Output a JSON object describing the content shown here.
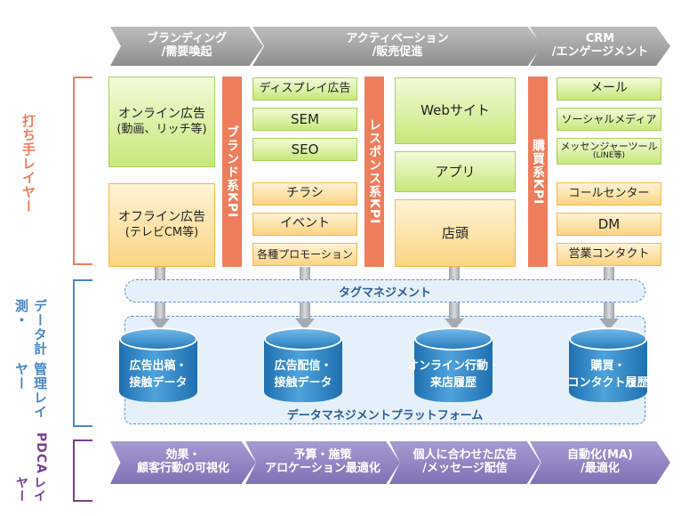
{
  "stages_top": [
    {
      "line1": "ブランディング",
      "line2": "/需要喚起"
    },
    {
      "line1": "アクティベーション",
      "line2": "/販売促進"
    },
    {
      "line1": "CRM",
      "line2": "/エンゲージメント"
    }
  ],
  "layers": {
    "action": "打ち手レイヤー",
    "data_line1": "データ計測・",
    "data_line2": "管理レイヤー",
    "pdca_line1": "PDCA",
    "pdca_line2": "レイヤー"
  },
  "branding": {
    "online": {
      "line1": "オンライン広告",
      "line2": "(動画、リッチ等)"
    },
    "offline": {
      "line1": "オフライン広告",
      "line2": "(テレビCM等)"
    },
    "kpi": "ブランド系KPI"
  },
  "activation": {
    "green": [
      "ディスプレイ広告",
      "SEM",
      "SEO"
    ],
    "orange": [
      "チラシ",
      "イベント",
      "各種プロモーション"
    ],
    "kpi": "レスポンス系KPI",
    "channels_green": [
      "Webサイト",
      "アプリ"
    ],
    "channel_orange": "店頭"
  },
  "crm": {
    "kpi": "購買系KPI",
    "green": [
      {
        "line1": "メール",
        "line2": ""
      },
      {
        "line1": "ソーシャルメディア",
        "line2": ""
      },
      {
        "line1": "メッセンジャーツール",
        "line2": "(LINE等)"
      }
    ],
    "orange": [
      "コールセンター",
      "DM",
      "営業コンタクト"
    ]
  },
  "data_layer": {
    "tag_management": "タグマネジメント",
    "platform": "データマネジメントプラットフォーム",
    "databases": [
      {
        "line1": "広告出稿・",
        "line2": "接触データ"
      },
      {
        "line1": "広告配信・",
        "line2": "接触データ"
      },
      {
        "line1": "オンライン行動・",
        "line2": "来店履歴"
      },
      {
        "line1": "購買・",
        "line2": "コンタクト履歴"
      }
    ]
  },
  "pdca_stages": [
    {
      "line1": "効果・",
      "line2": "顧客行動の可視化"
    },
    {
      "line1": "予算・施策",
      "line2": "アロケーション最適化"
    },
    {
      "line1": "個人に合わせた広告",
      "line2": "/メッセージ配信"
    },
    {
      "line1": "自動化(MA)",
      "line2": "/最適化"
    }
  ],
  "colors": {
    "action_layer": "#ee7d5c",
    "data_layer": "#4a86c5",
    "pdca_layer": "#7a3f8f",
    "green_box": "#c7e87a",
    "orange_box": "#fcd483",
    "kpi_bar": "#ee7d5c",
    "database": "#2a7cbf",
    "chevron_top": "#a0a0a0",
    "chevron_bottom": "#8e80c0"
  }
}
